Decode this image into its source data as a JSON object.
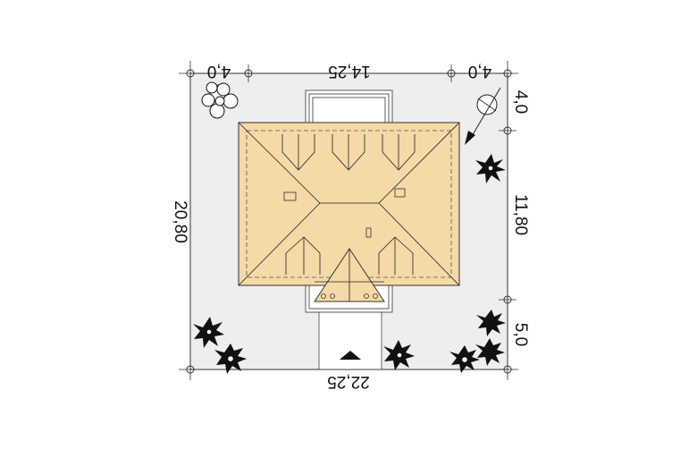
{
  "dimensions": {
    "top_left": "4,0",
    "top_middle": "14,25",
    "top_right": "4,0",
    "bottom_total": "22,25",
    "left_total": "20,80",
    "right_top": "4,0",
    "right_middle": "11,80",
    "right_bottom": "5,0"
  },
  "colors": {
    "site": "#eeeeee",
    "roof": "#f5d9a6",
    "roof_edge": "#333333",
    "line": "#222222"
  },
  "icons": [
    "north-arrow-icon",
    "tree-icon",
    "shrub-icon",
    "entrance-arrow-icon"
  ]
}
